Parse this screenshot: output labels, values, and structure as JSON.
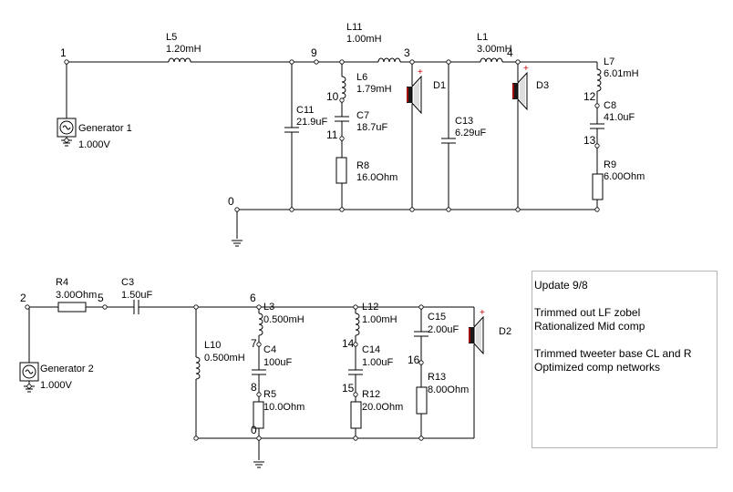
{
  "upper": {
    "nodes": {
      "n1": "1",
      "n9": "9",
      "n3": "3",
      "n4": "4",
      "n10": "10",
      "n11": "11",
      "n12": "12",
      "n13": "13",
      "n0": "0"
    },
    "L5": {
      "name": "L5",
      "value": "1.20mH"
    },
    "L11": {
      "name": "L11",
      "value": "1.00mH"
    },
    "L1": {
      "name": "L1",
      "value": "3.00mH"
    },
    "L6": {
      "name": "L6",
      "value": "1.79mH"
    },
    "L7": {
      "name": "L7",
      "value": "6.01mH"
    },
    "C11": {
      "name": "C11",
      "value": "21.9uF"
    },
    "C7": {
      "name": "C7",
      "value": "18.7uF"
    },
    "C13": {
      "name": "C13",
      "value": "6.29uF"
    },
    "C8": {
      "name": "C8",
      "value": "41.0uF"
    },
    "R8": {
      "name": "R8",
      "value": "16.0Ohm"
    },
    "R9": {
      "name": "R9",
      "value": "6.00Ohm"
    },
    "D1": "D1",
    "D3": "D3",
    "generator": {
      "name": "Generator 1",
      "value": "1.000V"
    }
  },
  "lower": {
    "nodes": {
      "n2": "2",
      "n5": "5",
      "n6": "6",
      "n7": "7",
      "n8": "8",
      "n14": "14",
      "n15": "15",
      "n16": "16",
      "n0": "0"
    },
    "R4": {
      "name": "R4",
      "value": "3.00Ohm"
    },
    "C3": {
      "name": "C3",
      "value": "1.50uF"
    },
    "L10": {
      "name": "L10",
      "value": "0.500mH"
    },
    "L3": {
      "name": "L3",
      "value": "0.500mH"
    },
    "C4": {
      "name": "C4",
      "value": "100uF"
    },
    "R5": {
      "name": "R5",
      "value": "10.0Ohm"
    },
    "L12": {
      "name": "L12",
      "value": "1.00mH"
    },
    "C14": {
      "name": "C14",
      "value": "1.00uF"
    },
    "R12": {
      "name": "R12",
      "value": "20.0Ohm"
    },
    "C15": {
      "name": "C15",
      "value": "2.00uF"
    },
    "R13": {
      "name": "R13",
      "value": "8.00Ohm"
    },
    "D2": "D2",
    "generator": {
      "name": "Generator 2",
      "value": "1.000V"
    }
  },
  "notes": {
    "title": "Update 9/8",
    "line1": "Trimmed out LF zobel",
    "line2": "Rationalized Mid comp",
    "line3": "Trimmed tweeter base CL and R",
    "line4": "Optimized comp networks"
  },
  "colors": {
    "wire": "#000000",
    "terminal_mark": "#cc0000",
    "speaker_magnet": "#cc0000"
  }
}
